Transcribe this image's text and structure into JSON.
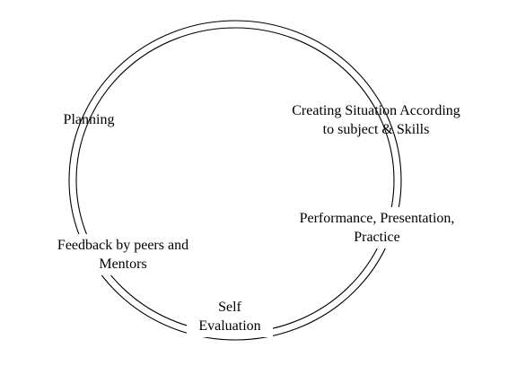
{
  "stages": [
    {
      "lines": [
        "Planning"
      ]
    },
    {
      "lines": [
        "Creating Situation According",
        "to subject & Skills"
      ]
    },
    {
      "lines": [
        "Performance, Presentation,",
        "Practice"
      ]
    },
    {
      "lines": [
        "Self",
        "Evaluation"
      ]
    },
    {
      "lines": [
        "Feedback by peers and",
        "Mentors"
      ]
    }
  ],
  "colors": {
    "ring": "#000000",
    "text": "#000000",
    "background": "#ffffff"
  }
}
